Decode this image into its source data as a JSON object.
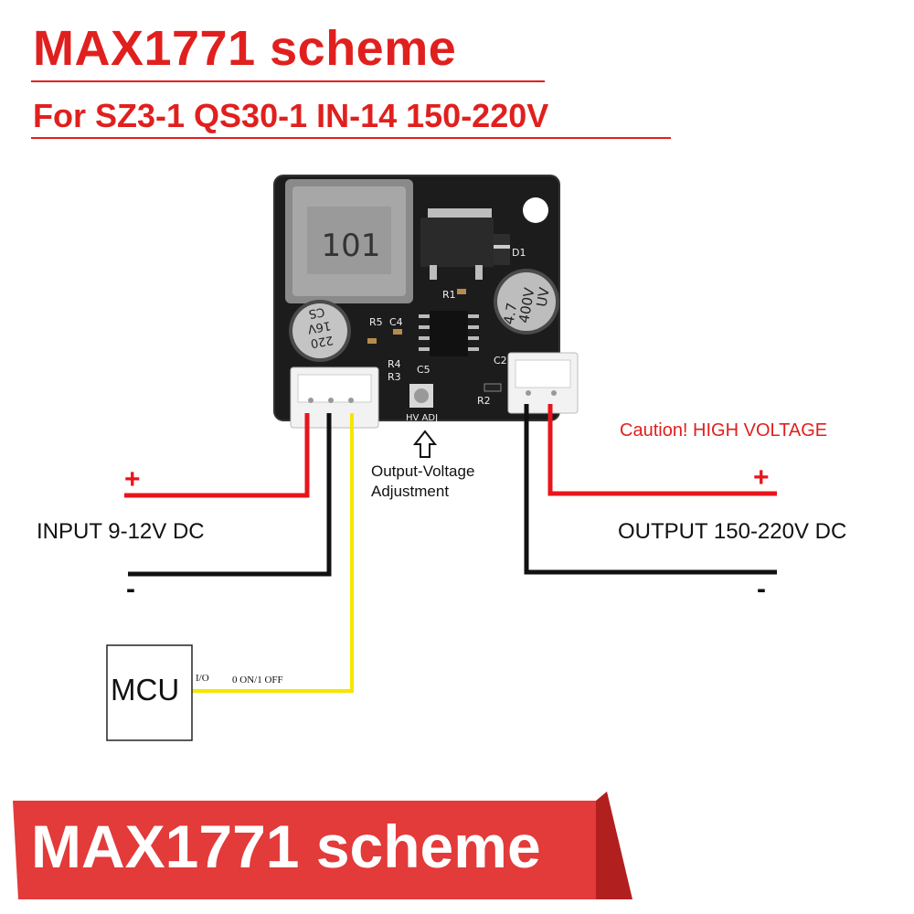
{
  "header": {
    "title": "MAX1771 scheme",
    "subtitle": "For SZ3-1 QS30-1 IN-14 150-220V"
  },
  "board": {
    "inductor_marking": "101",
    "cap_small": {
      "line1": "220",
      "line2": "16V",
      "line3": "CS"
    },
    "cap_large": {
      "line1": "4.7",
      "line2": "400V",
      "line3": "UV"
    },
    "silk": {
      "d1": "D1",
      "r1": "R1",
      "r5": "R5",
      "c4": "C4",
      "r4": "R4",
      "r3": "R3",
      "c5": "C5",
      "c2": "C2",
      "r2": "R2",
      "hv_adj": "HV ADJ"
    }
  },
  "labels": {
    "caution": "Caution! HIGH VOLTAGE",
    "input_plus": "+",
    "input_minus": "-",
    "input": "INPUT 9-12V DC",
    "output_plus": "+",
    "output_minus": "-",
    "output": "OUTPUT 150-220V DC",
    "adj_line1": "Output-Voltage",
    "adj_line2": "Adjustment",
    "mcu": "MCU",
    "io": "I/O",
    "on_off": "0 ON/1 OFF"
  },
  "banner": {
    "text": "MAX1771 scheme"
  },
  "colors": {
    "title_red": "#e0201e",
    "wire_red": "#e8141c",
    "wire_black": "#111111",
    "wire_yellow": "#f5e600",
    "banner_red": "#e33a3a",
    "banner_dark": "#b21f1f",
    "caution_red": "#e0201e",
    "pcb": "#1c1c1c"
  }
}
